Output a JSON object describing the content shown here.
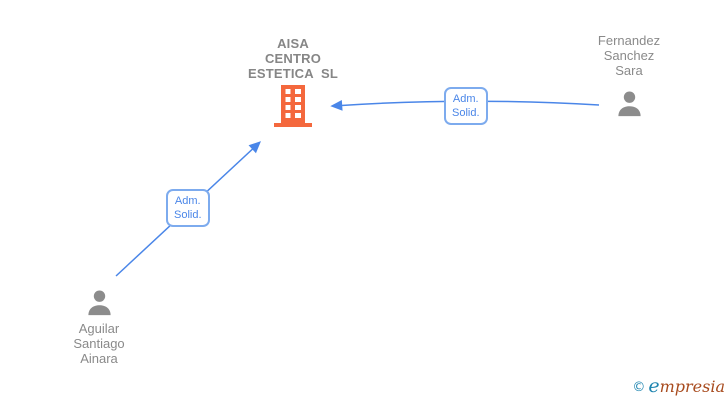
{
  "company": {
    "name_lines": [
      "AISA",
      "CENTRO",
      "ESTETICA  SL"
    ]
  },
  "persons": [
    {
      "name_lines": [
        "Fernandez",
        "Sanchez",
        "Sara"
      ]
    },
    {
      "name_lines": [
        "Aguilar",
        "Santiago",
        "Ainara"
      ]
    }
  ],
  "edges": [
    {
      "from": "Fernandez Sanchez Sara",
      "to": "AISA CENTRO ESTETICA SL",
      "label_lines": [
        "Adm.",
        "Solid."
      ]
    },
    {
      "from": "Aguilar Santiago Ainara",
      "to": "AISA CENTRO ESTETICA SL",
      "label_lines": [
        "Adm.",
        "Solid."
      ]
    }
  ],
  "logo": {
    "copyright": "©",
    "brand_initial": "e",
    "brand_rest": "mpresia"
  },
  "colors": {
    "arrow_blue": "#4a86e8",
    "label_border_blue": "#7dabee",
    "label_text_blue": "#4a86e8",
    "node_text_gray": "#8a8a8a",
    "building_orange": "#f4683d",
    "person_gray": "#8c8c8c",
    "logo_teal": "#1f85b0",
    "logo_rust": "#a84b1e",
    "background": "#ffffff"
  }
}
